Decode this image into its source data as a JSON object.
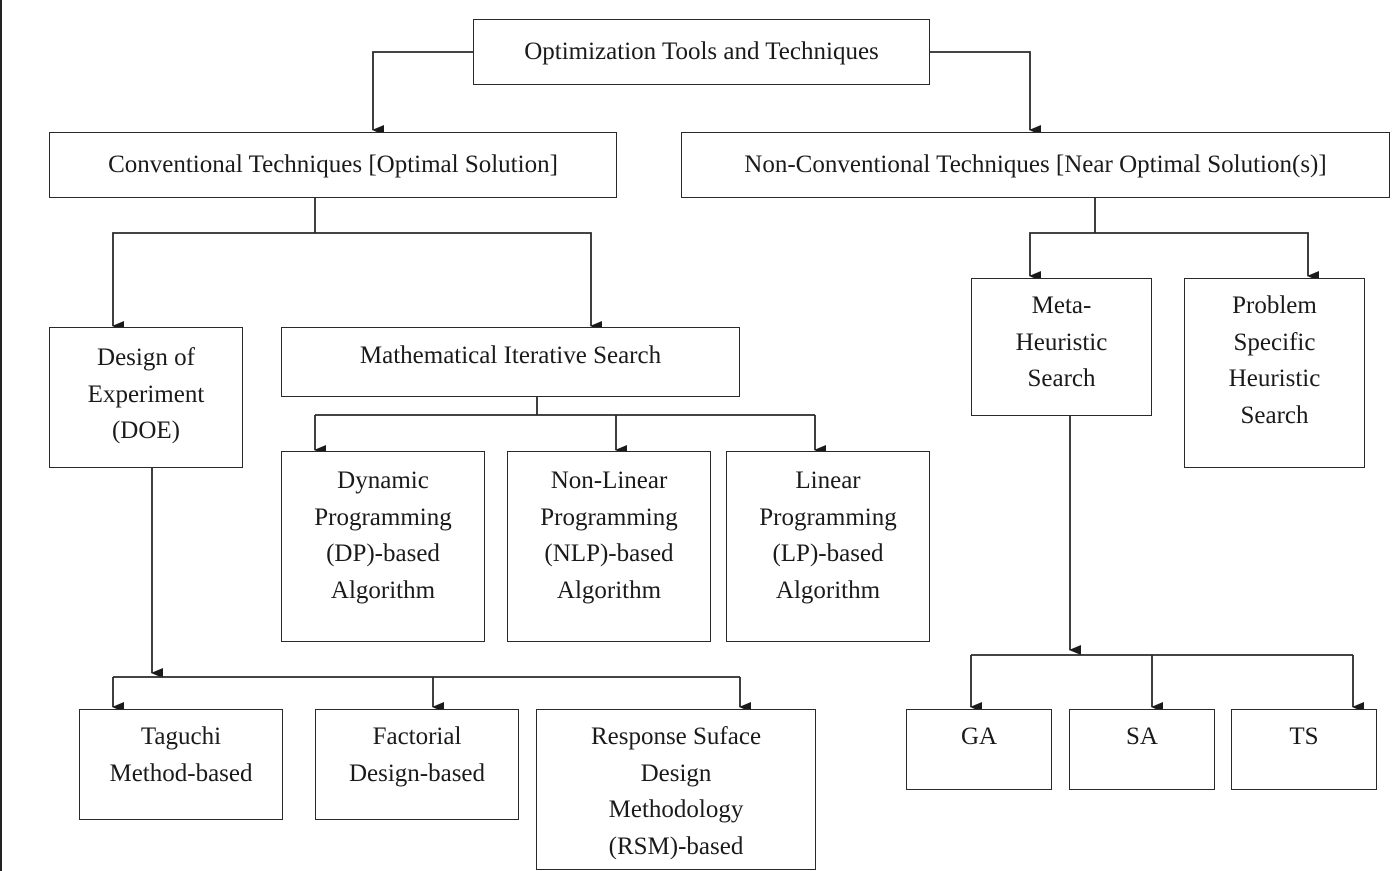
{
  "diagram": {
    "root": "Optimization Tools and Techniques",
    "conventional": "Conventional Techniques [Optimal Solution]",
    "non_conventional": "Non-Conventional Techniques [Near Optimal Solution(s)]",
    "doe": "Design of\nExperiment\n(DOE)",
    "mis": "Mathematical Iterative Search",
    "dp": "Dynamic\nProgramming\n(DP)-based\nAlgorithm",
    "nlp": "Non-Linear\nProgramming\n(NLP)-based\nAlgorithm",
    "lp": "Linear\nProgramming\n(LP)-based\nAlgorithm",
    "taguchi": "Taguchi\nMethod-based",
    "factorial": "Factorial\nDesign-based",
    "rsm": "Response Suface\nDesign\nMethodology\n(RSM)-based",
    "meta": "Meta-\nHeuristic\nSearch",
    "problem_specific": "Problem\nSpecific\nHeuristic\nSearch",
    "ga": "GA",
    "sa": "SA",
    "ts": "TS"
  }
}
